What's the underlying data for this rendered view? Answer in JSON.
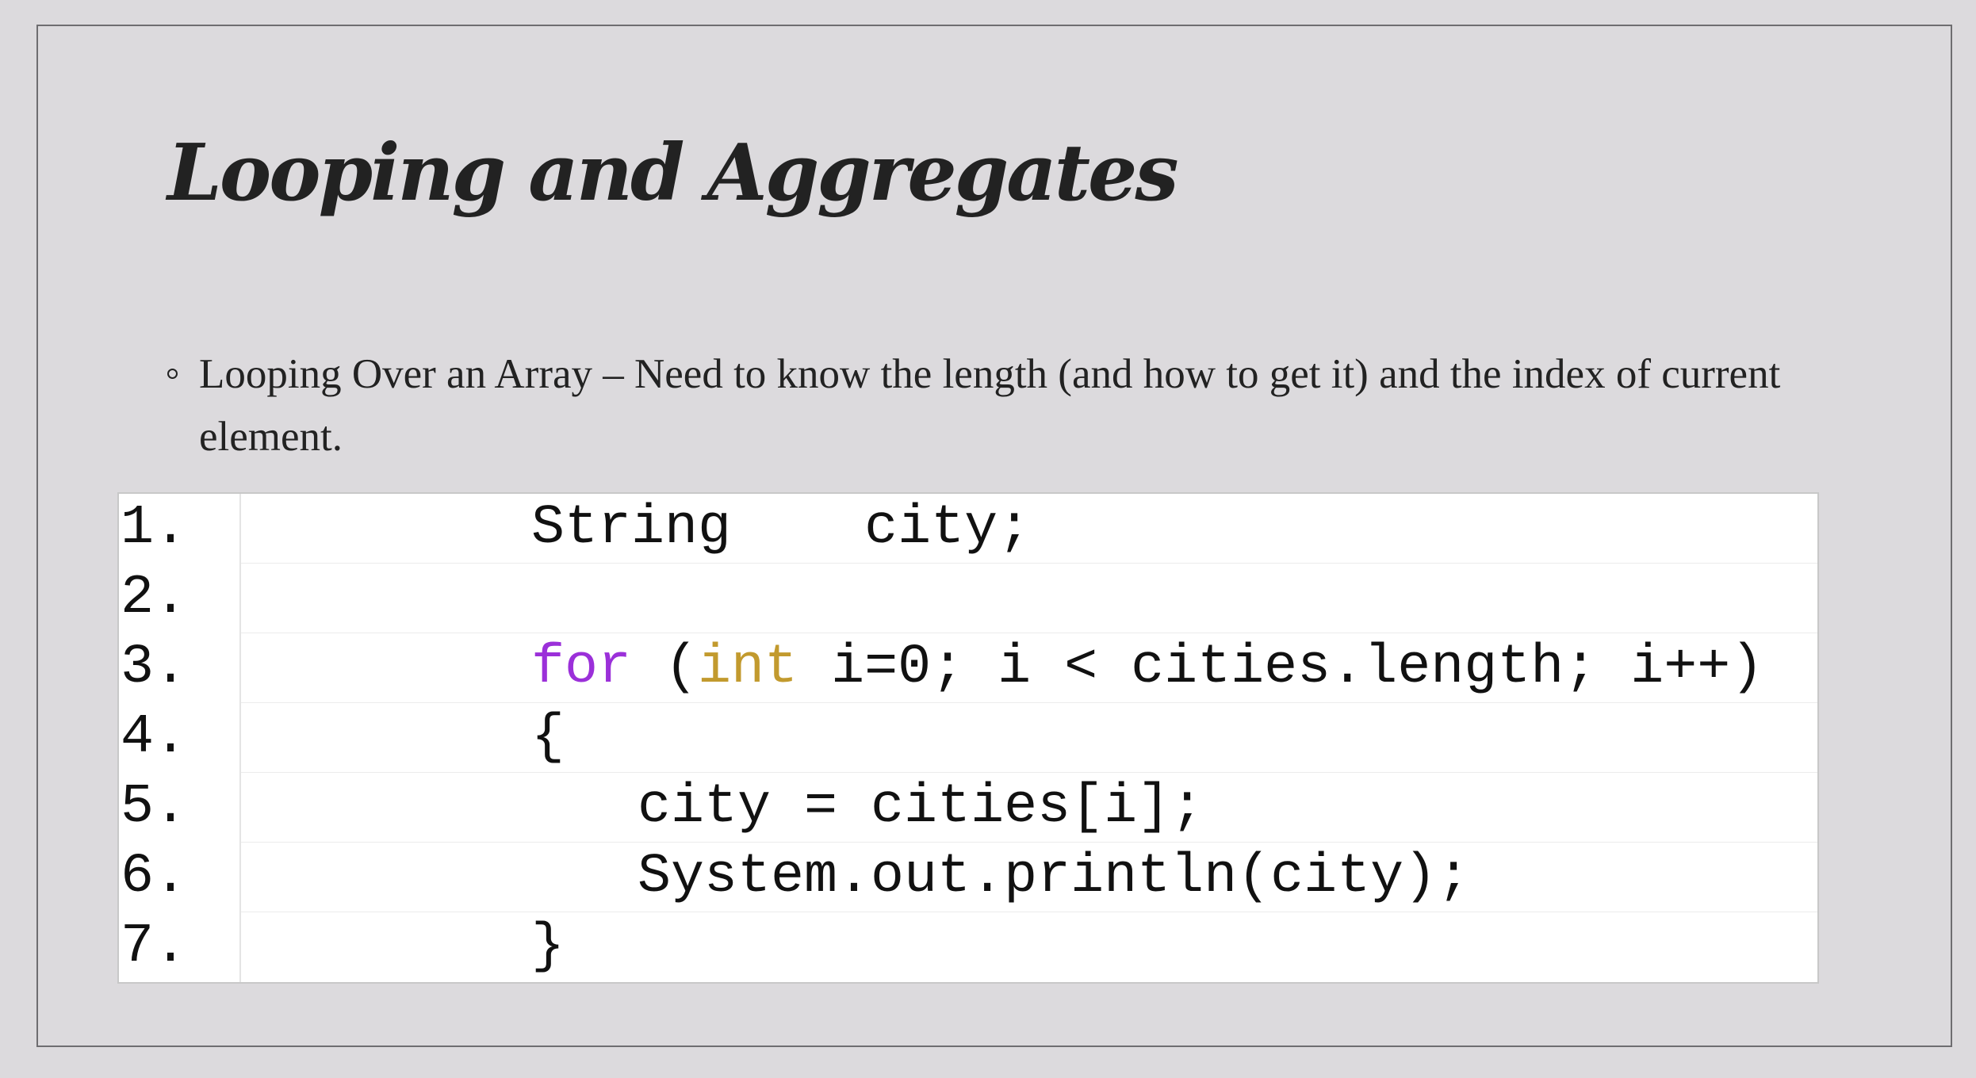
{
  "slide": {
    "title": "Looping and Aggregates",
    "bullet": "Looping Over an Array – Need to know the length (and how to get it) and the index of current element."
  },
  "code": {
    "lines": [
      {
        "number": "1.",
        "text": "String    city;"
      },
      {
        "number": "2.",
        "text": ""
      },
      {
        "number": "3.",
        "keyword_for": "for",
        "paren": " (",
        "keyword_int": "int",
        "rest": " i=0; i < cities.length; i++)"
      },
      {
        "number": "4.",
        "text": "{"
      },
      {
        "number": "5.",
        "text": "city = cities[i];"
      },
      {
        "number": "6.",
        "text": "System.out.println(city);"
      },
      {
        "number": "7.",
        "text": "}"
      }
    ]
  },
  "colors": {
    "keyword_for": "#9b30d9",
    "keyword_int": "#c29a2e",
    "background": "#dcdadd"
  }
}
